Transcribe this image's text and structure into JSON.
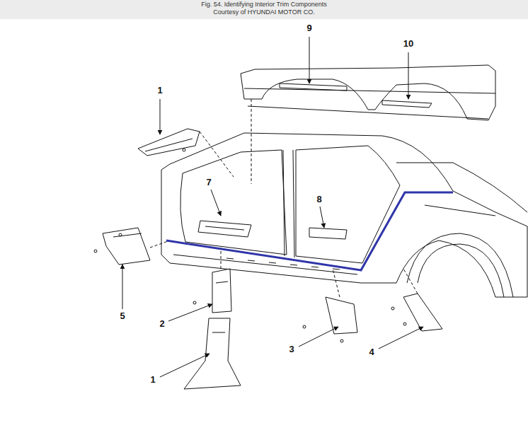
{
  "diagram": {
    "title": "Fig. 54. Identifying Interior Trim Components",
    "caption": "Courtesy of HYUNDAI MOTOR CO.",
    "labels": [
      "1",
      "9",
      "10",
      "7",
      "8",
      "5",
      "2",
      "1",
      "3",
      "4"
    ]
  }
}
